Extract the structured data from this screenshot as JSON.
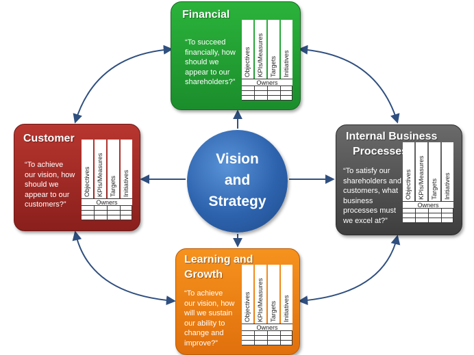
{
  "center": {
    "lines": [
      "Vision",
      "and",
      "Strategy"
    ],
    "color": "#2d63ad"
  },
  "grid_headers": [
    "Objectives",
    "KPIs/Measures",
    "Targets",
    "Initiatives"
  ],
  "grid_owners_label": "Owners",
  "perspectives": {
    "financial": {
      "title_lines": [
        "Financial"
      ],
      "question_lines": [
        "“To succeed",
        "financially, how",
        "should we",
        "appear to our",
        "shareholders?”"
      ],
      "color": "#1f9a31"
    },
    "customer": {
      "title_lines": [
        "Customer"
      ],
      "question_lines": [
        "“To achieve",
        "our vision, how",
        "should we",
        "appear to our",
        "customers?”"
      ],
      "color": "#a1292a"
    },
    "internal": {
      "title_lines": [
        "Internal Business",
        "Processes"
      ],
      "question_lines": [
        "“To satisfy our",
        "shareholders and",
        "customers, what",
        "business",
        "processes must",
        "we excel at?”"
      ],
      "color": "#555555"
    },
    "learning": {
      "title_lines": [
        "Learning and",
        "Growth"
      ],
      "question_lines": [
        "“To achieve",
        "our vision, how",
        "will we sustain",
        "our ability to",
        "change and",
        "improve?”"
      ],
      "color": "#ef8216"
    }
  }
}
